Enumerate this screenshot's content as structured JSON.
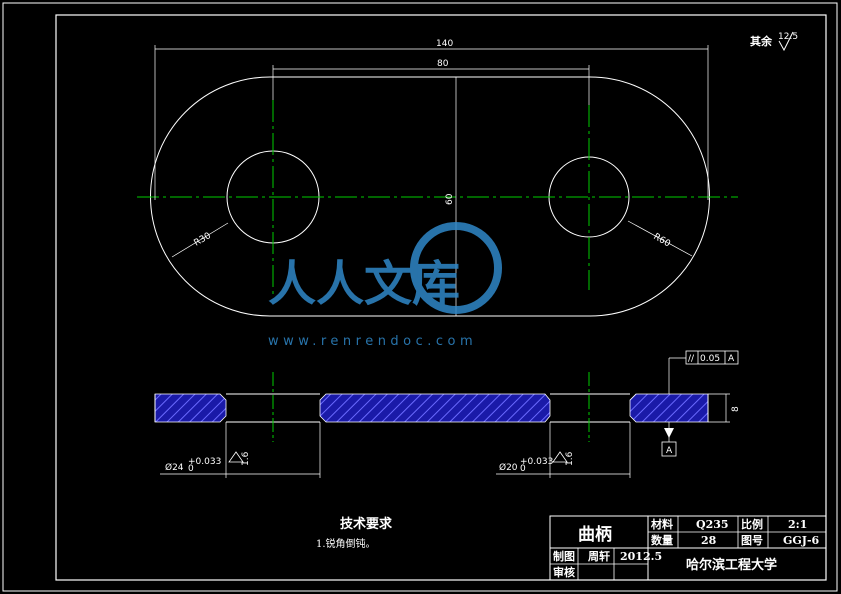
{
  "roughness_note": {
    "label": "其余",
    "value": "12.5"
  },
  "dimensions": {
    "overall_length": "140",
    "center_distance": "80",
    "height": "60",
    "left_radius": "R30",
    "right_radius": "R60",
    "thickness": "8",
    "left_hole_dia": "Ø24",
    "left_hole_tol": "+0.033",
    "left_hole_tol_low": "0",
    "right_hole_dia": "Ø20",
    "right_hole_tol": "+0.033",
    "right_hole_tol_low": "0",
    "roughness_value": "1.6"
  },
  "gdt": {
    "symbol": "//",
    "tolerance": "0.05",
    "datum": "A"
  },
  "datum_label": "A",
  "watermark": {
    "text": "人人文库",
    "url": "www.renrendoc.com"
  },
  "tech_requirements": {
    "title": "技术要求",
    "item": "1.锐角倒钝。"
  },
  "title_block": {
    "part_name": "曲柄",
    "material_label": "材料",
    "material_value": "Q235",
    "scale_label": "比例",
    "scale_value": "2:1",
    "qty_label": "数量",
    "qty_value": "28",
    "drawing_no_label": "图号",
    "drawing_no_value": "GGJ-6",
    "drawn_label": "制图",
    "drawn_name": "周轩",
    "drawn_date": "2012.5",
    "checked_label": "审核",
    "school": "哈尔滨工程大学"
  },
  "colors": {
    "outline": "#ffffff",
    "frame": "#00ff00",
    "centerline": "#00cc00",
    "hatch": "#1a1aff",
    "watermark": "#2f88c8"
  }
}
